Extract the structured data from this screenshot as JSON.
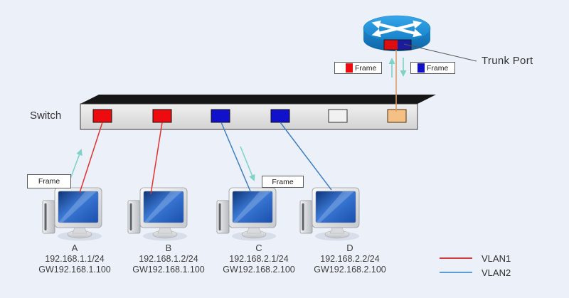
{
  "colors": {
    "background": "#ecf1f9",
    "vlan1_line": "#e03030",
    "vlan2_line": "#3d7fc1",
    "trunk_link": "#dd9b64",
    "frame_arrow": "#7fd2c6",
    "pointer_line": "#555555",
    "trunk_tag_red": "#e00d10",
    "trunk_tag_blue": "#1b1b9e"
  },
  "switch": {
    "label": "Switch",
    "ports": [
      {
        "color": "#ee0b10",
        "vlan": "VLAN1"
      },
      {
        "color": "#ee0b10",
        "vlan": "VLAN1"
      },
      {
        "color": "#1111cc",
        "vlan": "VLAN2"
      },
      {
        "color": "#1111cc",
        "vlan": "VLAN2"
      },
      {
        "color": "#f1f1f1",
        "vlan": "unused"
      },
      {
        "color": "#f5c083",
        "vlan": "trunk"
      }
    ]
  },
  "router": {
    "trunk_port_label": "Trunk Port"
  },
  "frames": {
    "router_vlan1": {
      "label": "Frame",
      "color": "#ee0b10"
    },
    "router_vlan2": {
      "label": "Frame",
      "color": "#1111cc"
    },
    "host_a": {
      "label": "Frame"
    },
    "host_c": {
      "label": "Frame"
    }
  },
  "hosts": [
    {
      "name": "A",
      "ip": "192.168.1.1/24",
      "gateway": "GW192.168.1.100",
      "vlan": "VLAN1"
    },
    {
      "name": "B",
      "ip": "192.168.1.2/24",
      "gateway": "GW192.168.1.100",
      "vlan": "VLAN1"
    },
    {
      "name": "C",
      "ip": "192.168.2.1/24",
      "gateway": "GW192.168.2.100",
      "vlan": "VLAN2"
    },
    {
      "name": "D",
      "ip": "192.168.2.2/24",
      "gateway": "GW192.168.2.100",
      "vlan": "VLAN2"
    }
  ],
  "legend": [
    {
      "label": "VLAN1",
      "color": "#cc2222"
    },
    {
      "label": "VLAN2",
      "color": "#4a90d0"
    }
  ]
}
